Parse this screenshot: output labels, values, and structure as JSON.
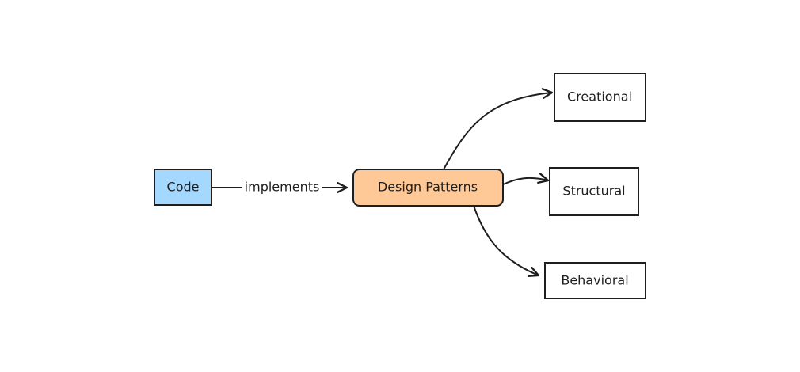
{
  "diagram": {
    "nodes": {
      "code": {
        "label": "Code",
        "fill": "#a5d8ff"
      },
      "patterns": {
        "label": "Design Patterns",
        "fill": "#ffc997"
      },
      "creational": {
        "label": "Creational",
        "fill": "#ffffff"
      },
      "structural": {
        "label": "Structural",
        "fill": "#ffffff"
      },
      "behavioral": {
        "label": "Behavioral",
        "fill": "#ffffff"
      }
    },
    "edges": {
      "code_to_patterns": {
        "label": "implements"
      }
    }
  }
}
